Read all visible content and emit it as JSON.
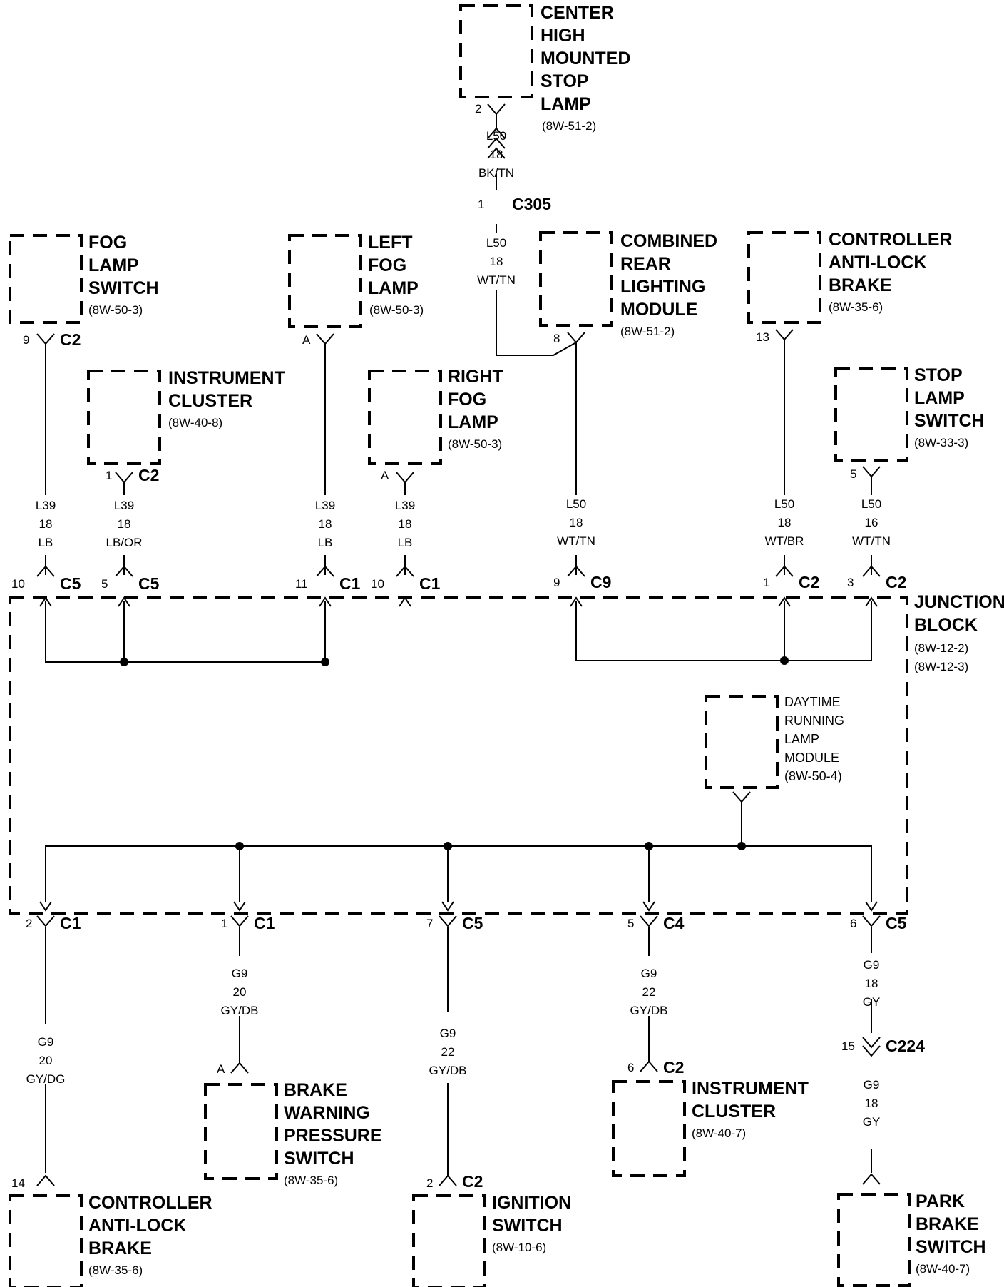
{
  "components": {
    "chmsl": {
      "lines": [
        "CENTER",
        "HIGH",
        "MOUNTED",
        "STOP",
        "LAMP"
      ],
      "ref": "(8W-51-2)"
    },
    "fog_switch": {
      "lines": [
        "FOG",
        "LAMP",
        "SWITCH"
      ],
      "ref": "(8W-50-3)"
    },
    "left_fog": {
      "lines": [
        "LEFT",
        "FOG",
        "LAMP"
      ],
      "ref": "(8W-50-3)"
    },
    "crlm": {
      "lines": [
        "COMBINED",
        "REAR",
        "LIGHTING",
        "MODULE"
      ],
      "ref": "(8W-51-2)"
    },
    "cab_top": {
      "lines": [
        "CONTROLLER",
        "ANTI-LOCK",
        "BRAKE"
      ],
      "ref": "(8W-35-6)"
    },
    "ic_top": {
      "lines": [
        "INSTRUMENT",
        "CLUSTER"
      ],
      "ref": "(8W-40-8)"
    },
    "right_fog": {
      "lines": [
        "RIGHT",
        "FOG",
        "LAMP"
      ],
      "ref": "(8W-50-3)"
    },
    "stop_switch": {
      "lines": [
        "STOP",
        "LAMP",
        "SWITCH"
      ],
      "ref": "(8W-33-3)"
    },
    "junction": {
      "lines": [
        "JUNCTION",
        "BLOCK"
      ],
      "refs": [
        "(8W-12-2)",
        "(8W-12-3)"
      ]
    },
    "drl": {
      "lines": [
        "DAYTIME",
        "RUNNING",
        "LAMP",
        "MODULE",
        "(8W-50-4)"
      ]
    },
    "cab_bot": {
      "lines": [
        "CONTROLLER",
        "ANTI-LOCK",
        "BRAKE"
      ],
      "ref": "(8W-35-6)"
    },
    "brake_warn": {
      "lines": [
        "BRAKE",
        "WARNING",
        "PRESSURE",
        "SWITCH"
      ],
      "ref": "(8W-35-6)"
    },
    "ignition": {
      "lines": [
        "IGNITION",
        "SWITCH"
      ],
      "ref": "(8W-10-6)"
    },
    "ic_bot": {
      "lines": [
        "INSTRUMENT",
        "CLUSTER"
      ],
      "ref": "(8W-40-7)"
    },
    "park_brake": {
      "lines": [
        "PARK",
        "BRAKE",
        "SWITCH"
      ],
      "ref": "(8W-40-7)"
    }
  },
  "pins": {
    "chmsl": "2",
    "c305": "1",
    "crlm": "8",
    "fog_switch": "9",
    "left_fog": "A",
    "cab_top": "13",
    "ic_top": "1",
    "right_fog": "A",
    "stop_switch": "5",
    "jb_c5_10": "10",
    "jb_c5_5": "5",
    "jb_c1_11": "11",
    "jb_c1_10": "10",
    "jb_c9_9": "9",
    "jb_c2_1": "1",
    "jb_c2_3": "3",
    "jb_c1_2": "2",
    "jb_c1_1": "1",
    "jb_c5_7": "7",
    "jb_c4_5": "5",
    "jb_c5_6": "6",
    "c224": "15",
    "cab_bot": "14",
    "brake_warn": "A",
    "ignition": "2",
    "ic_bot": "6"
  },
  "connectors": {
    "c305": "C305",
    "fog_switch": "C2",
    "ic_top": "C2",
    "jb_c5_10": "C5",
    "jb_c5_5": "C5",
    "jb_c1_11": "C1",
    "jb_c1_10": "C1",
    "jb_c9_9": "C9",
    "jb_c2_1": "C2",
    "jb_c2_3": "C2",
    "jb_c1_2": "C1",
    "jb_c1_1": "C1",
    "jb_c5_7": "C5",
    "jb_c4_5": "C4",
    "jb_c5_6": "C5",
    "c224": "C224",
    "ignition": "C2",
    "ic_bot": "C2"
  },
  "wires": {
    "chmsl_c305": [
      "L50",
      "18",
      "BK/TN"
    ],
    "c305_crlm": [
      "L50",
      "18",
      "WT/TN"
    ],
    "fog_sw": [
      "L39",
      "18",
      "LB"
    ],
    "ic_top": [
      "L39",
      "18",
      "LB/OR"
    ],
    "left_fog": [
      "L39",
      "18",
      "LB"
    ],
    "right_fog": [
      "L39",
      "18",
      "LB"
    ],
    "crlm_jb": [
      "L50",
      "18",
      "WT/TN"
    ],
    "cab_top": [
      "L50",
      "18",
      "WT/BR"
    ],
    "stop_sw": [
      "L50",
      "16",
      "WT/TN"
    ],
    "cab_bot": [
      "G9",
      "20",
      "GY/DG"
    ],
    "brake_warn": [
      "G9",
      "20",
      "GY/DB"
    ],
    "ignition": [
      "G9",
      "22",
      "GY/DB"
    ],
    "ic_bot": [
      "G9",
      "22",
      "GY/DB"
    ],
    "park_upper": [
      "G9",
      "18",
      "GY"
    ],
    "park_lower": [
      "G9",
      "18",
      "GY"
    ]
  }
}
